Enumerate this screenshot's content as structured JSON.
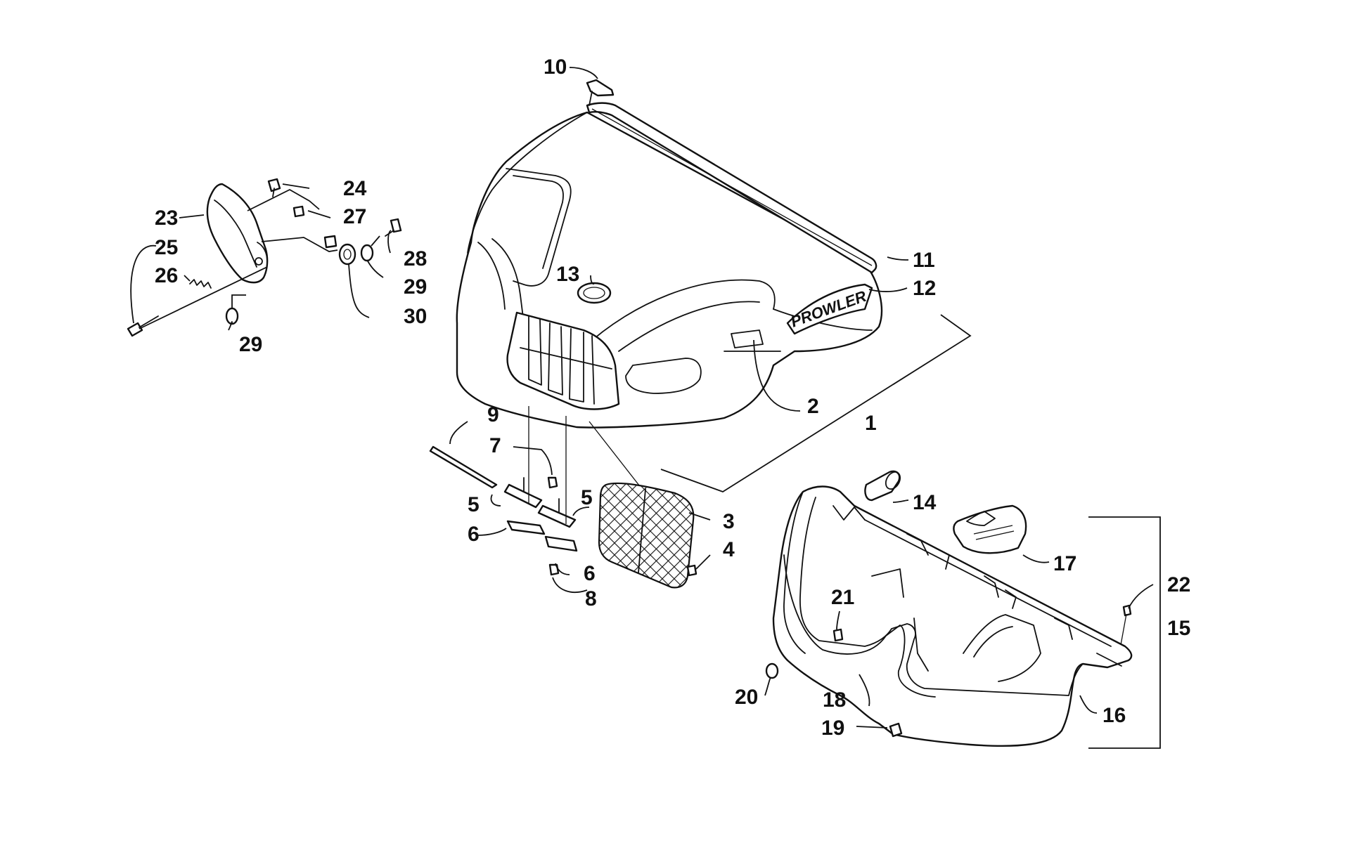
{
  "diagram": {
    "decal_text": "PROWLER",
    "callouts": [
      {
        "id": "c1",
        "label": "1"
      },
      {
        "id": "c2",
        "label": "2"
      },
      {
        "id": "c3",
        "label": "3"
      },
      {
        "id": "c4",
        "label": "4"
      },
      {
        "id": "c5a",
        "label": "5"
      },
      {
        "id": "c5b",
        "label": "5"
      },
      {
        "id": "c6a",
        "label": "6"
      },
      {
        "id": "c6b",
        "label": "6"
      },
      {
        "id": "c7",
        "label": "7"
      },
      {
        "id": "c8",
        "label": "8"
      },
      {
        "id": "c9",
        "label": "9"
      },
      {
        "id": "c10",
        "label": "10"
      },
      {
        "id": "c11",
        "label": "11"
      },
      {
        "id": "c12",
        "label": "12"
      },
      {
        "id": "c13",
        "label": "13"
      },
      {
        "id": "c14",
        "label": "14"
      },
      {
        "id": "c15",
        "label": "15"
      },
      {
        "id": "c16",
        "label": "16"
      },
      {
        "id": "c17",
        "label": "17"
      },
      {
        "id": "c18",
        "label": "18"
      },
      {
        "id": "c19",
        "label": "19"
      },
      {
        "id": "c20",
        "label": "20"
      },
      {
        "id": "c21",
        "label": "21"
      },
      {
        "id": "c22",
        "label": "22"
      },
      {
        "id": "c23",
        "label": "23"
      },
      {
        "id": "c24",
        "label": "24"
      },
      {
        "id": "c25",
        "label": "25"
      },
      {
        "id": "c26",
        "label": "26"
      },
      {
        "id": "c27",
        "label": "27"
      },
      {
        "id": "c28",
        "label": "28"
      },
      {
        "id": "c29a",
        "label": "29"
      },
      {
        "id": "c29b",
        "label": "29"
      },
      {
        "id": "c30",
        "label": "30"
      }
    ]
  }
}
